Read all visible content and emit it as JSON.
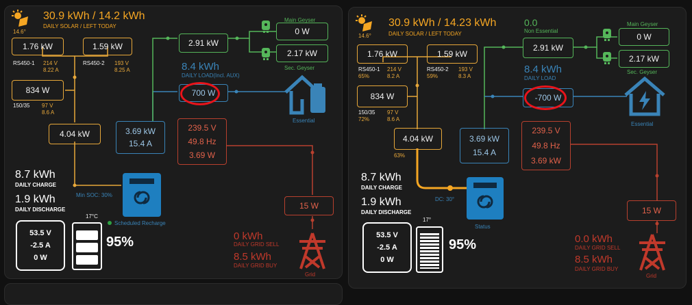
{
  "left": {
    "solar_header": "30.9 kWh / 14.2 kWh",
    "solar_sub": "DAILY SOLAR / LEFT TODAY",
    "temp": "14.6°",
    "pv1_total": "1.76 kW",
    "pv2_total": "1.59 kW",
    "pv1_name": "RS450-1",
    "pv1_v": "214 V",
    "pv1_a": "8.22 A",
    "pv2_name": "RS450-2",
    "pv2_v": "193 V",
    "pv2_a": "8.25 A",
    "pv3_total": "834 W",
    "pv3_name": "150/35",
    "pv3_v": "97 V",
    "pv3_a": "8.6 A",
    "solar_sum": "4.04 kW",
    "main_geyser_label": "Main Geyser",
    "main_geyser_val": "0 W",
    "sec_geyser_val": "2.17 kW",
    "sec_geyser_label": "Sec. Geyser",
    "noness_val": "2.91 kW",
    "daily_load": "8.4 kWh",
    "daily_load_label": "DAILY LOAD(Incl. AUX)",
    "essential_load": "700 W",
    "essential_label": "Essential",
    "inverter_kw": "3.69 kW",
    "inverter_a": "15.4 A",
    "grid_v": "239.5 V",
    "grid_hz": "49.8 Hz",
    "grid_kw": "3.69 W",
    "daily_charge": "8.7 kWh",
    "daily_charge_label": "DAILY CHARGE",
    "daily_discharge": "1.9 kWh",
    "daily_discharge_label": "DAILY DISCHARGE",
    "soc_min": "Min SOC: 30%",
    "status": "Scheduled Recharge",
    "batt_v": "53.5 V",
    "batt_a": "-2.5 A",
    "batt_w": "0 W",
    "batt_temp": "17°C",
    "soc": "95%",
    "grid_ct": "15 W",
    "grid_sell": "0 kWh",
    "grid_sell_label": "DAILY GRID SELL",
    "grid_buy": "8.5 kWh",
    "grid_buy_label": "DAILY GRID BUY",
    "grid_label": "Grid"
  },
  "right": {
    "solar_header": "30.9 kWh / 14.23 kWh",
    "solar_sub": "DAILY SOLAR / LEFT TODAY",
    "temp": "14.6°",
    "pv1_total": "1.76 kW",
    "pv2_total": "1.59 kW",
    "pv1_name": "RS450-1",
    "pv1_pct": "65%",
    "pv1_v": "214 V",
    "pv1_a": "8.2 A",
    "pv2_name": "RS450-2",
    "pv2_pct": "59%",
    "pv2_v": "193 V",
    "pv2_a": "8.3 A",
    "pv3_total": "834 W",
    "pv3_name": "150/35",
    "pv3_pct": "72%",
    "pv3_v": "97 V",
    "pv3_a": "8.6 A",
    "solar_sum": "4.04 kW",
    "solar_pct": "63%",
    "noness_top": "0.0",
    "noness_top_label": "Non Essential",
    "main_geyser_label": "Main Geyser",
    "main_geyser_val": "0 W",
    "sec_geyser_val": "2.17 kW",
    "sec_geyser_label": "Sec. Geyser",
    "noness_val": "2.91 kW",
    "daily_load": "8.4 kWh",
    "daily_load_label": "DAILY LOAD",
    "essential_load": "-700 W",
    "essential_label": "Essential",
    "inverter_kw": "3.69 kW",
    "inverter_a": "15.4 A",
    "grid_v": "239.5 V",
    "grid_hz": "49.8 Hz",
    "grid_kw": "3.69 kW",
    "daily_charge": "8.7 kWh",
    "daily_charge_label": "DAILY CHARGE",
    "daily_discharge": "1.9 kWh",
    "daily_discharge_label": "DAILY DISCHARGE",
    "dc_temp": "DC: 30°",
    "status": "Status",
    "batt_v": "53.5 V",
    "batt_a": "-2.5 A",
    "batt_w": "0 W",
    "batt_temp": "17°",
    "soc": "95%",
    "grid_ct": "15 W",
    "grid_sell": "0.0 kWh",
    "grid_sell_label": "DAILY GRID SELL",
    "grid_buy": "8.5 kWh",
    "grid_buy_label": "DAILY GRID BUY",
    "grid_label": "Grid"
  },
  "colors": {
    "solar": "#f5a623",
    "load": "#55b65a",
    "inverter": "#3a84b8",
    "grid": "#c0392b",
    "highlight": "#e8141b"
  }
}
